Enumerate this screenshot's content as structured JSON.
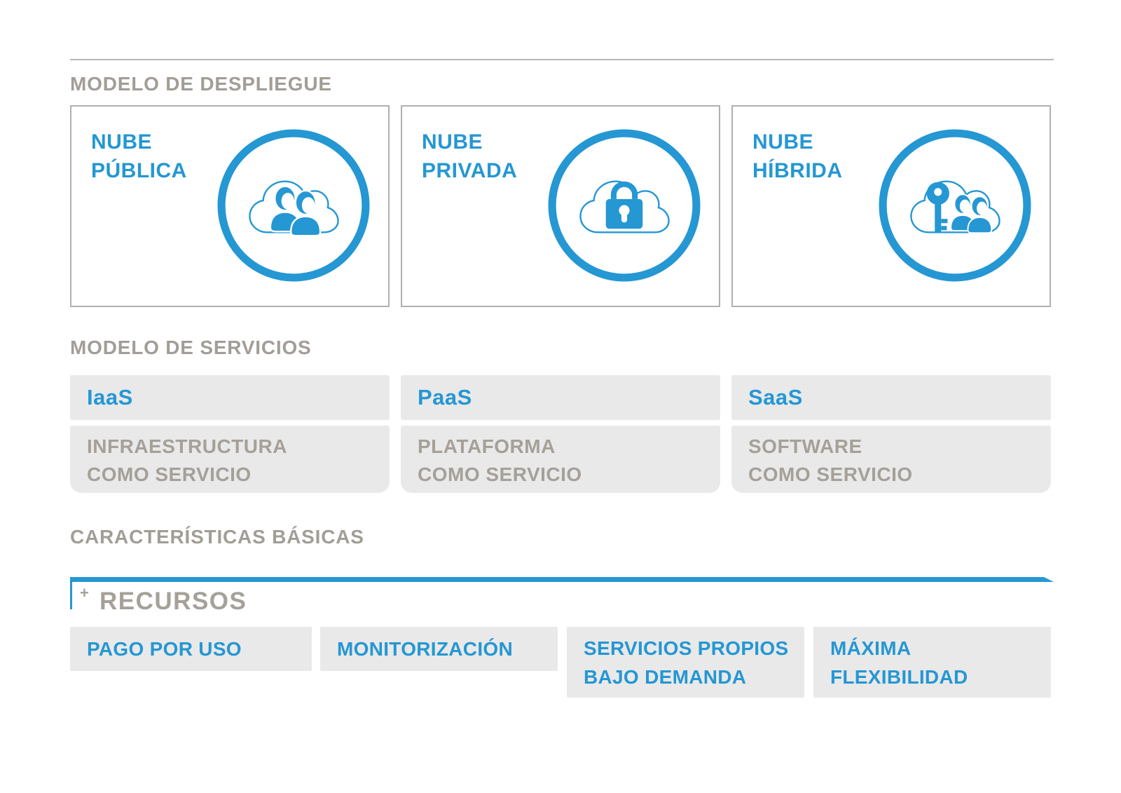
{
  "deployment": {
    "title": "MODELO DE DESPLIEGUE",
    "cards": [
      {
        "line1": "NUBE",
        "line2": "PÚBLICA",
        "icon": "cloud-users-icon"
      },
      {
        "line1": "NUBE",
        "line2": "PRIVADA",
        "icon": "cloud-lock-icon"
      },
      {
        "line1": "NUBE",
        "line2": "HÍBRIDA",
        "icon": "cloud-key-users-icon"
      }
    ]
  },
  "services": {
    "title": "MODELO DE SERVICIOS",
    "columns": [
      {
        "abbr": "IaaS",
        "desc_line1": "INFRAESTRUCTURA",
        "desc_line2": "COMO SERVICIO"
      },
      {
        "abbr": "PaaS",
        "desc_line1": "PLATAFORMA",
        "desc_line2": "COMO SERVICIO"
      },
      {
        "abbr": "SaaS",
        "desc_line1": "SOFTWARE",
        "desc_line2": "COMO SERVICIO"
      }
    ]
  },
  "characteristics": {
    "title": "CARACTERÍSTICAS BÁSICAS",
    "plus": "+",
    "resources_label": "RECURSOS",
    "items": [
      {
        "line1": "PAGO POR USO",
        "line2": ""
      },
      {
        "line1": "MONITORIZACIÓN",
        "line2": ""
      },
      {
        "line1": "SERVICIOS PROPIOS",
        "line2": "BAJO DEMANDA"
      },
      {
        "line1": "MÁXIMA",
        "line2": "FLEXIBILIDAD"
      }
    ]
  },
  "colors": {
    "accent_blue": "#2597d3",
    "text_gray": "#a5a098",
    "box_background_gray": "#e9e9e9",
    "card_border_gray": "#b2b0ae",
    "hairline_gray": "#b6b6b6"
  }
}
